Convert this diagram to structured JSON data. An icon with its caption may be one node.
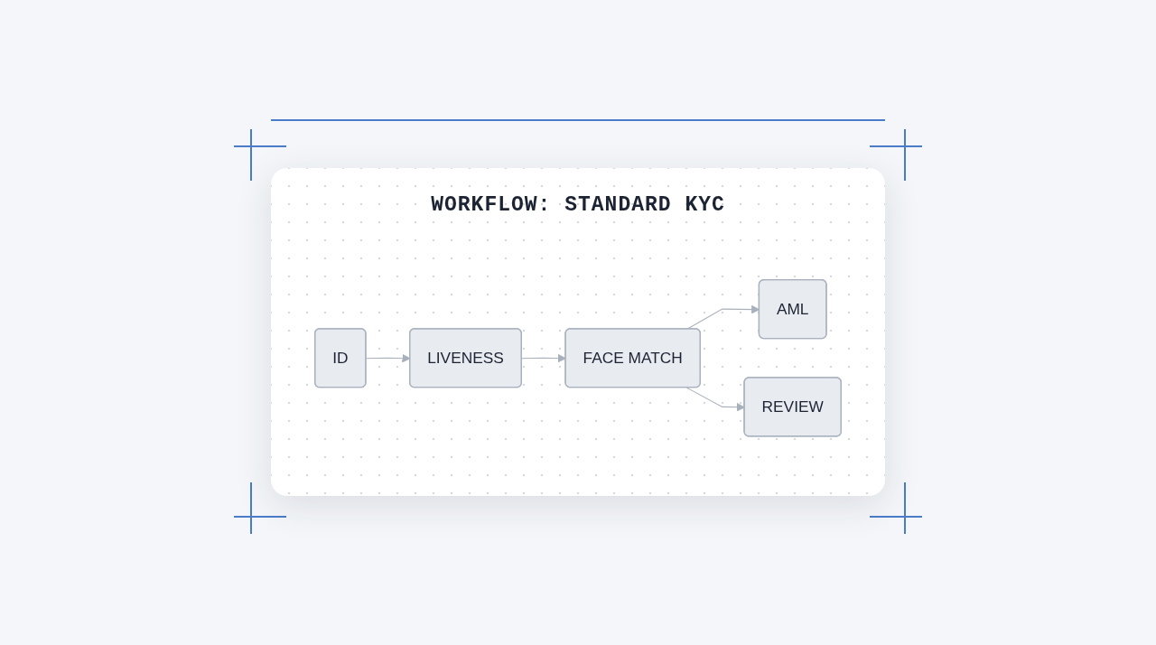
{
  "diagram": {
    "title": "WORKFLOW: STANDARD KYC",
    "nodes": [
      {
        "text": [
          "ID"
        ]
      },
      {
        "text": [
          "LIVENESS"
        ]
      },
      {
        "text": [
          "FACE MATCH"
        ]
      },
      {
        "text": [
          "AML"
        ]
      },
      {
        "text": [
          "REVIEW"
        ]
      }
    ],
    "edges": [
      {
        "from": 0,
        "to": 1,
        "arrow": "to"
      },
      {
        "from": 1,
        "to": 2,
        "arrow": "to"
      },
      {
        "from": 2,
        "to": 3,
        "arrow": "to"
      },
      {
        "from": 2,
        "to": 4,
        "arrow": "to"
      }
    ]
  }
}
